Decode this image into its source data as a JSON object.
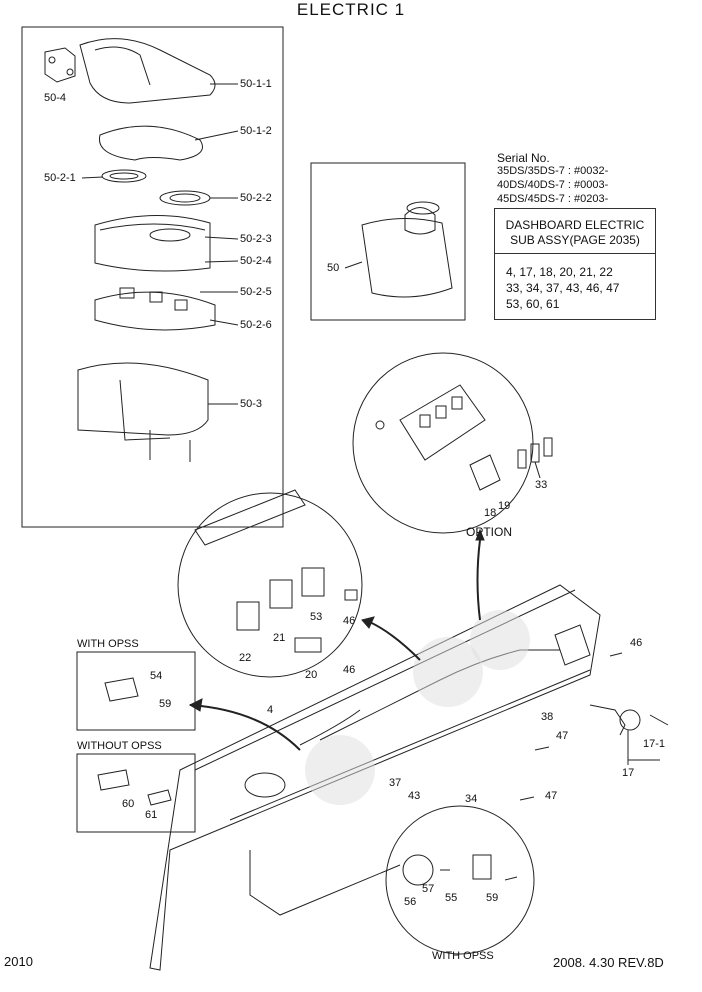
{
  "title": "ELECTRIC 1",
  "serial": {
    "heading": "Serial No.",
    "lines": [
      "35DS/35DS-7 : #0032-",
      "40DS/40DS-7 : #0003-",
      "45DS/45DS-7 : #0203-"
    ]
  },
  "subassy": {
    "title_line1": "DASHBOARD ELECTRIC",
    "title_line2": "SUB ASSY(PAGE 2035)",
    "lines": [
      "4, 17, 18, 20, 21, 22",
      "33, 34, 37, 43, 46, 47",
      "53, 60, 61"
    ]
  },
  "labels": {
    "option": "OPTION",
    "with_opss": "WITH OPSS",
    "without_opss": "WITHOUT OPSS",
    "with_opss_bottom": "WITH OPSS"
  },
  "parts": {
    "p50_4": "50-4",
    "p50_1_1": "50-1-1",
    "p50_1_2": "50-1-2",
    "p50_2_1": "50-2-1",
    "p50_2_2": "50-2-2",
    "p50_2_3": "50-2-3",
    "p50_2_4": "50-2-4",
    "p50_2_5": "50-2-5",
    "p50_2_6": "50-2-6",
    "p50_3": "50-3",
    "p50": "50",
    "p33": "33",
    "p18": "18",
    "p19": "19",
    "p53": "53",
    "p21": "21",
    "p22": "22",
    "p46a": "46",
    "p46b": "46",
    "p46c": "46",
    "p20": "20",
    "p54": "54",
    "p59a": "59",
    "p60": "60",
    "p61": "61",
    "p4": "4",
    "p38": "38",
    "p47a": "47",
    "p47b": "47",
    "p17_1": "17-1",
    "p17": "17",
    "p37": "37",
    "p43": "43",
    "p34": "34",
    "p56": "56",
    "p57": "57",
    "p55": "55",
    "p59b": "59"
  },
  "footer": {
    "page": "2010",
    "date_rev": "2008. 4.30  REV.8D"
  }
}
